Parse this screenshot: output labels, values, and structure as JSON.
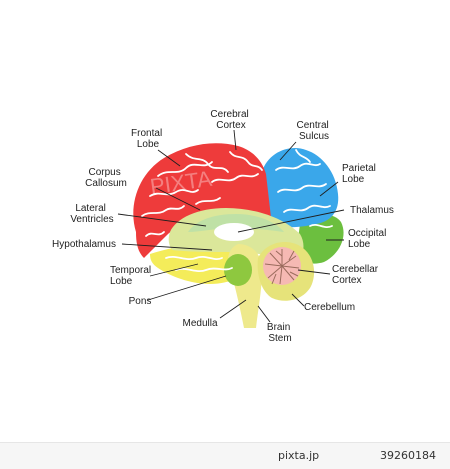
{
  "colors": {
    "frontal": "#ee3b3b",
    "parietal": "#3aa7ea",
    "occipital": "#6cbf3f",
    "temporal": "#f4ec5a",
    "inner": "#dbe79a",
    "corpus": "#bfe1a6",
    "thalamus": "#ffffff",
    "brainstem": "#eee98c",
    "pons": "#8ec83f",
    "cerebellum": "#e6e37a",
    "cerebellar_cortex": "#f6b9b3"
  },
  "labels": {
    "cerebral_cortex": [
      "Cerebral",
      "Cortex"
    ],
    "frontal_lobe": [
      "Frontal",
      "Lobe"
    ],
    "central_sulcus": [
      "Central",
      "Sulcus"
    ],
    "parietal_lobe": [
      "Parietal",
      "Lobe"
    ],
    "corpus_callosum": [
      "Corpus",
      "Callosum"
    ],
    "lateral_ventricles": [
      "Lateral",
      "Ventricles"
    ],
    "thalamus": [
      "Thalamus"
    ],
    "hypothalamus": [
      "Hypothalamus"
    ],
    "occipital_lobe": [
      "Occipital",
      "Lobe"
    ],
    "temporal_lobe": [
      "Temporal",
      "Lobe"
    ],
    "cerebellar_cortex": [
      "Cerebellar",
      "Cortex"
    ],
    "pons": [
      "Pons"
    ],
    "cerebellum": [
      "Cerebellum"
    ],
    "medulla": [
      "Medulla"
    ],
    "brain_stem": [
      "Brain",
      "Stem"
    ]
  },
  "watermark": {
    "site": "pixta.jp",
    "id": "39260184"
  }
}
